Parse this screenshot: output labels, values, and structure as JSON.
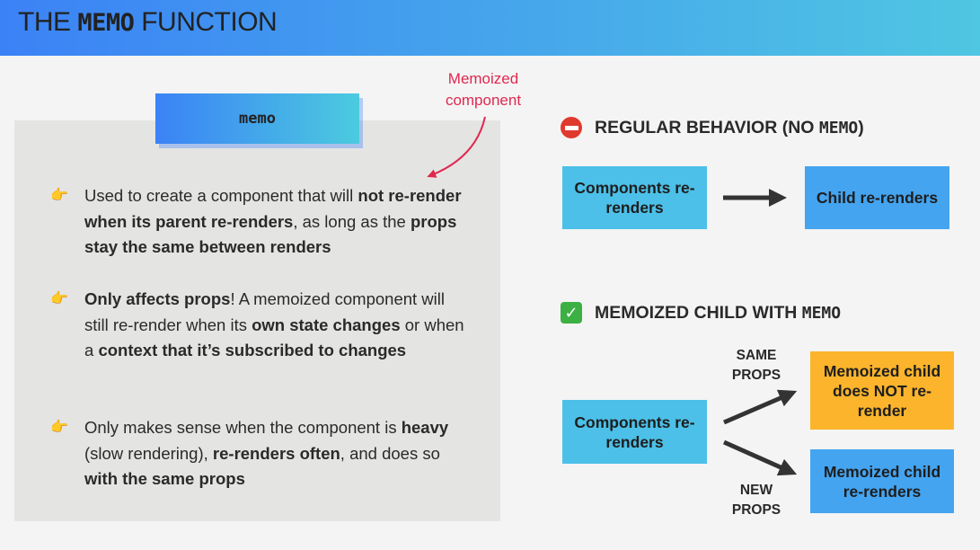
{
  "header": {
    "title_pre": "THE ",
    "title_code": "MEMO",
    "title_post": " FUNCTION"
  },
  "left": {
    "memo_label": "memo",
    "note": "Memoized component",
    "bullets": [
      {
        "icon": "pointing-hand",
        "segments": [
          {
            "text": "Used to create a component that will ",
            "bold": false
          },
          {
            "text": "not re-render when its parent re-renders",
            "bold": true
          },
          {
            "text": ", as long as the ",
            "bold": false
          },
          {
            "text": "props stay the same between renders",
            "bold": true
          }
        ]
      },
      {
        "icon": "pointing-hand",
        "segments": [
          {
            "text": "Only affects props",
            "bold": true
          },
          {
            "text": "! A memoized component will still re-render when its ",
            "bold": false
          },
          {
            "text": "own state changes",
            "bold": true
          },
          {
            "text": " or when a ",
            "bold": false
          },
          {
            "text": "context that it’s subscribed to changes",
            "bold": true
          }
        ]
      },
      {
        "icon": "pointing-hand",
        "segments": [
          {
            "text": "Only makes sense when the component is ",
            "bold": false
          },
          {
            "text": "heavy",
            "bold": true
          },
          {
            "text": " (slow rendering), ",
            "bold": false
          },
          {
            "text": "re-renders often",
            "bold": true
          },
          {
            "text": ", and does so ",
            "bold": false
          },
          {
            "text": "with the same props",
            "bold": true
          }
        ]
      }
    ]
  },
  "regular": {
    "heading_pre": "REGULAR BEHAVIOR (NO ",
    "heading_code": "MEMO",
    "heading_post": ")",
    "parent": "Components re-renders",
    "child": "Child re-renders"
  },
  "memoized": {
    "heading_pre": "MEMOIZED CHILD WITH ",
    "heading_code": "MEMO",
    "parent": "Components re-renders",
    "same_props": "SAME PROPS",
    "new_props": "NEW PROPS",
    "child_same": "Memoized child does NOT re-render",
    "child_new": "Memoized child re-renders"
  },
  "colors": {
    "cyan_box": "#4cc0e8",
    "blue_box": "#44a4f0",
    "orange_box": "#fbb42c",
    "note_red": "#e0284f"
  }
}
